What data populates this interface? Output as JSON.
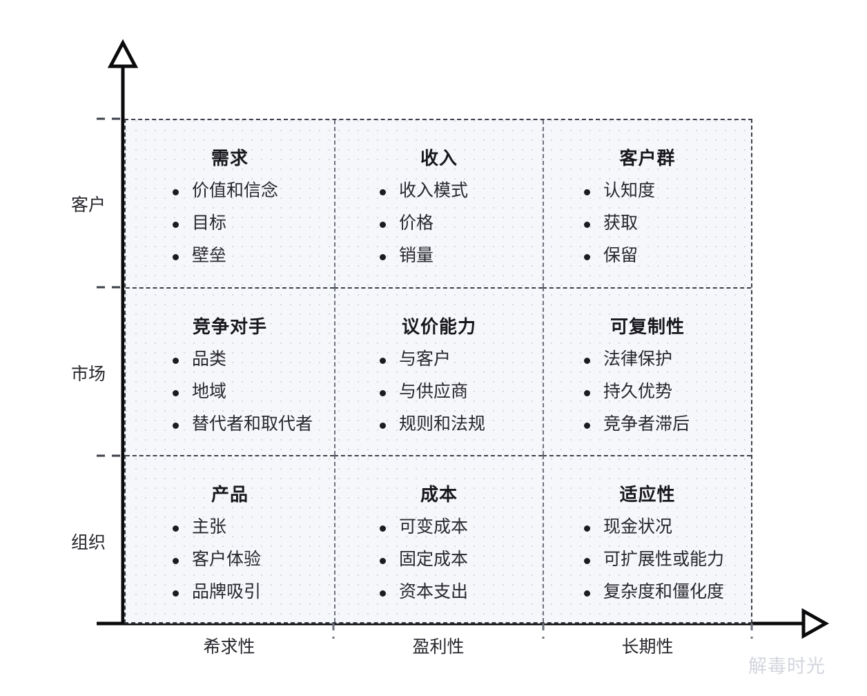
{
  "chart_data": {
    "type": "table",
    "title": "",
    "xlabel": "",
    "ylabel": "",
    "grid": true,
    "legend": "none",
    "x_axis": {
      "name": "horizontal-axis",
      "arrow": "right",
      "categories": [
        "希求性",
        "盈利性",
        "长期性"
      ]
    },
    "y_axis": {
      "name": "vertical-axis",
      "arrow": "up",
      "categories": [
        "客户",
        "市场",
        "组织"
      ]
    },
    "rows": [
      {
        "row_label": "客户",
        "cells": [
          {
            "title": "需求",
            "items": [
              "价值和信念",
              "目标",
              "壁垒"
            ]
          },
          {
            "title": "收入",
            "items": [
              "收入模式",
              "价格",
              "销量"
            ]
          },
          {
            "title": "客户群",
            "items": [
              "认知度",
              "获取",
              "保留"
            ]
          }
        ]
      },
      {
        "row_label": "市场",
        "cells": [
          {
            "title": "竞争对手",
            "items": [
              "品类",
              "地域",
              "替代者和取代者"
            ]
          },
          {
            "title": "议价能力",
            "items": [
              "与客户",
              "与供应商",
              "规则和法规"
            ]
          },
          {
            "title": "可复制性",
            "items": [
              "法律保护",
              "持久优势",
              "竞争者滞后"
            ]
          }
        ]
      },
      {
        "row_label": "组织",
        "cells": [
          {
            "title": "产品",
            "items": [
              "主张",
              "客户体验",
              "品牌吸引"
            ]
          },
          {
            "title": "成本",
            "items": [
              "可变成本",
              "固定成本",
              "资本支出"
            ]
          },
          {
            "title": "适应性",
            "items": [
              "现金状况",
              "可扩展性或能力",
              "复杂度和僵化度"
            ]
          }
        ]
      }
    ]
  },
  "watermark": {
    "text": "解毒时光"
  },
  "colors": {
    "panel_background": "#f6f7fb",
    "grid_dash_outer": "#3c3f48",
    "grid_dash_inner": "#6d717c",
    "axis_line": "#0b0b0d",
    "title_text": "#17171c",
    "body_text": "#26262c",
    "watermark_text": "#d3d6de"
  }
}
